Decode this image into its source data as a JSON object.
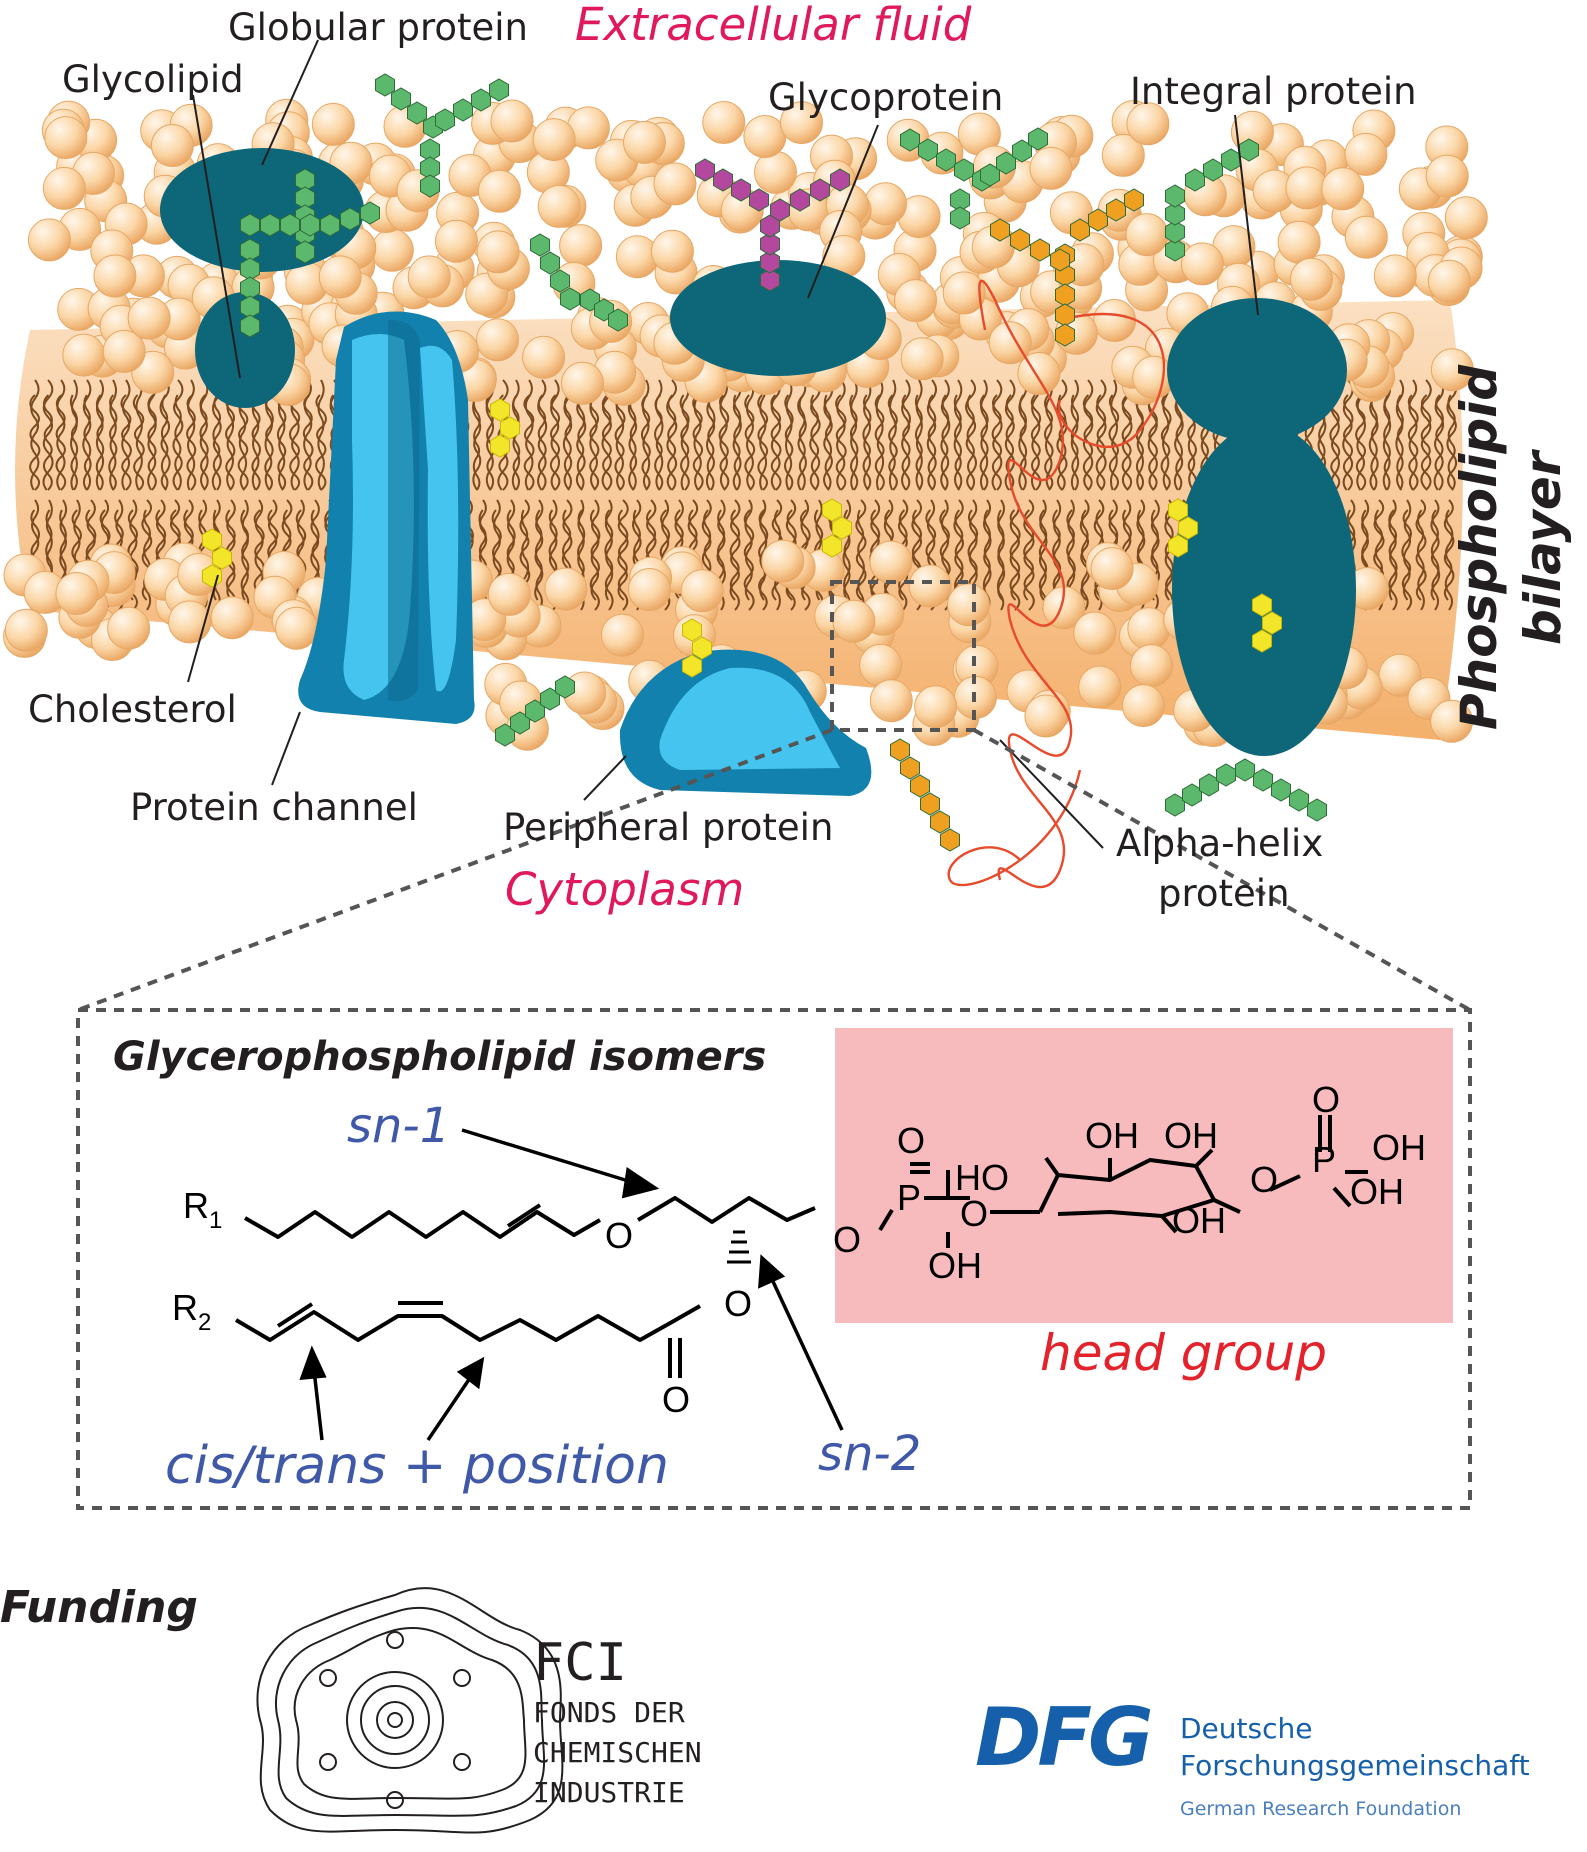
{
  "regions": {
    "extracellular": "Extracellular fluid",
    "cytoplasm": "Cytoplasm"
  },
  "membrane_labels": {
    "globular_protein": "Globular protein",
    "glycolipid": "Glycolipid",
    "glycoprotein": "Glycoprotein",
    "integral_protein": "Integral protein",
    "cholesterol": "Cholesterol",
    "protein_channel": "Protein channel",
    "peripheral_protein": "Peripheral protein",
    "alpha_helix_line1": "Alpha-helix",
    "alpha_helix_line2": "protein",
    "bilayer_line1": "Phospholipid",
    "bilayer_line2": "bilayer"
  },
  "isomers_panel": {
    "title": "Glycerophospholipid isomers",
    "sn1": "sn-1",
    "sn2": "sn-2",
    "cis_trans": "cis/trans + position",
    "head_group": "head group",
    "r1": "R",
    "r1_sub": "1",
    "r2": "R",
    "r2_sub": "2",
    "atoms": {
      "o_ether": "O",
      "o_ester": "O",
      "o_carbonyl": "O",
      "o_glycerol_p": "O",
      "p1": "P",
      "p1_oxo": "O",
      "p1_oh": "OH",
      "o_p1_ring": "O",
      "ring_ho_left": "HO",
      "ring_oh_top1": "OH",
      "ring_oh_top2": "OH",
      "ring_oh_bottom": "OH",
      "o_ring_p2": "O",
      "p2": "P",
      "p2_oxo": "O",
      "p2_oh1": "OH",
      "p2_oh2": "OH"
    }
  },
  "funding": {
    "title": "Funding",
    "fci_abbr": "FCI",
    "fci_line1": "FONDS DER",
    "fci_line2": "CHEMISCHEN",
    "fci_line3": "INDUSTRIE",
    "dfg_abbr": "DFG",
    "dfg_line1": "Deutsche",
    "dfg_line2": "Forschungsgemeinschaft",
    "dfg_line3": "German Research Foundation"
  },
  "colors": {
    "label_pink": "#e0185c",
    "blue_text": "#3f58a8",
    "red_text": "#e3222b",
    "head_group_box": "#f8bbbd",
    "protein_teal": "#0e6779",
    "channel_light": "#44c4ee",
    "channel_dark": "#1381ad",
    "glyco_green": "#5cb86c",
    "glyco_purple": "#b3489e",
    "glyco_orange": "#f0a020",
    "cholesterol_yellow": "#f2e52a",
    "helix_red": "#e84a2c",
    "dfg_blue": "#1660ab"
  }
}
